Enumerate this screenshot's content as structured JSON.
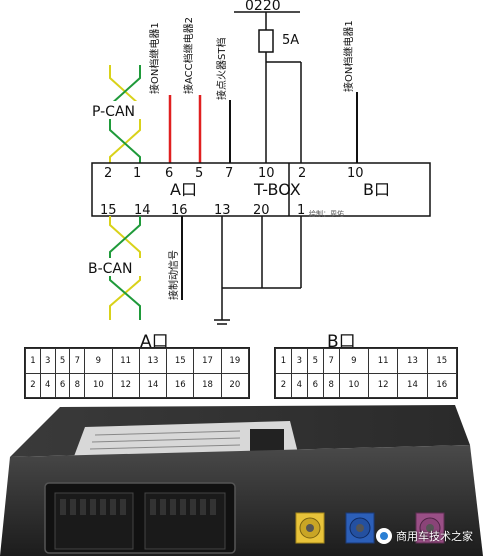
{
  "fuse": {
    "label_top": "0220",
    "rating": "5A"
  },
  "top_labels": {
    "on_relay_1": "接ON档继电器1",
    "acc_relay_2": "接ACC档继电器2",
    "ignition_st": "接点火器ST档",
    "on_relay_b": "接ON档继电器1"
  },
  "bottom_label": "接制动信号",
  "bus": {
    "pcan": "P-CAN",
    "bcan": "B-CAN"
  },
  "tbox": {
    "port_a": "A口",
    "title": "T-BOX",
    "port_b": "B口",
    "top_pins_a": [
      "2",
      "1",
      "6",
      "5",
      "7",
      "10"
    ],
    "top_pins_b": [
      "2",
      "10"
    ],
    "bottom_pins_a": [
      "15",
      "14",
      "16",
      "13",
      "20"
    ],
    "bottom_pins_b": [
      "1"
    ],
    "small_note": "绘制：周佑"
  },
  "connector_a": {
    "title": "A口",
    "odd": [
      "1",
      "3",
      "5",
      "7",
      "9",
      "11",
      "13",
      "15",
      "17",
      "19"
    ],
    "even": [
      "2",
      "4",
      "6",
      "8",
      "10",
      "12",
      "14",
      "16",
      "18",
      "20"
    ]
  },
  "connector_b": {
    "title": "B口",
    "odd": [
      "1",
      "3",
      "5",
      "7",
      "9",
      "11",
      "13",
      "15"
    ],
    "even": [
      "2",
      "4",
      "6",
      "8",
      "10",
      "12",
      "14",
      "16"
    ]
  },
  "photo": {
    "watermark": "商用车技术之家",
    "colors": {
      "body": "#2b2b2b",
      "yellow_port": "#e8c33a",
      "blue_port": "#2c5fb8",
      "purple_port": "#9a4f86"
    }
  },
  "colors": {
    "green": "#1f9a3a",
    "yellow": "#d9d21a",
    "red": "#e02020",
    "black": "#111111"
  }
}
